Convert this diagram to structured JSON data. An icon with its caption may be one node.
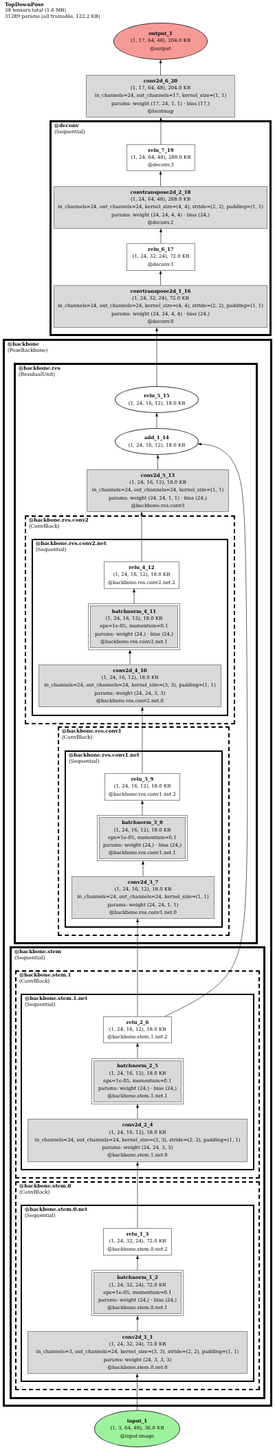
{
  "diagram": {
    "title": "TopDownPose",
    "labels": [
      "38 tensors total (1.6 MB)",
      "31289 params (all trainable, 122.2 KB)"
    ],
    "nodes": [
      {
        "text": [
          "output_1",
          "(1, 17, 64, 48), 204.0 KB",
          "@output"
        ]
      },
      {
        "text": [
          "conv2d_6_20",
          "(1, 17, 64, 48), 204.0 KB",
          "in_channels=24, out_channels=17, kernel_size=(1, 1)",
          "params: weight (17, 24, 1, 1) · bias (17,)",
          "@heatmap"
        ]
      },
      {
        "text": [
          "@deconv",
          "(Sequential)"
        ]
      },
      {
        "text": [
          "relu_7_19",
          "(1, 24, 64, 48), 288.0 KB",
          "@deconv.3"
        ],
        "in": 2
      },
      {
        "text": [
          "convtranspose2d_2_18",
          "(1, 24, 64, 48), 288.0 KB",
          "in_channels=24, out_channels=24, kernel_size=(4, 4), stride=(2, 2), padding=(1, 1)",
          "params: weight (24, 24, 4, 4) · bias (24,)",
          "@deconv.2"
        ],
        "in": 2
      },
      {
        "text": [
          "relu_6_17",
          "(1, 24, 32, 24), 72.0 KB",
          "@deconv.1"
        ],
        "in": 2
      },
      {
        "text": [
          "convtranspose2d_1_16",
          "(1, 24, 32, 24), 72.0 KB",
          "in_channels=24, out_channels=24, kernel_size=(4, 4), stride=(2, 2), padding=(1, 1)",
          "params: weight (24, 24, 4, 4) · bias (24,)",
          "@deconv.0"
        ],
        "in": 2
      },
      {
        "text": [
          "@backbone",
          "(PoseBackbone)"
        ]
      },
      {
        "text": [
          "@backbone.res",
          "(ResidualUnit)"
        ],
        "in": 7
      },
      {
        "text": [
          "relu_5_15",
          "(1, 24, 16, 12), 18.0 KB"
        ],
        "in": 8
      },
      {
        "text": [
          "add_1_14",
          "(1, 24, 16, 12), 18.0 KB"
        ],
        "in": 8
      },
      {
        "text": [
          "conv2d_5_13",
          "(1, 24, 16, 12), 18.0 KB",
          "in_channels=24, out_channels=24, kernel_size=(1, 1)",
          "params: weight (24, 24, 1, 1) · bias (24,)",
          "@backbone.res.conv3"
        ],
        "in": 8
      },
      {
        "text": [
          "@backbone.res.conv2",
          "(ConvBlock)"
        ],
        "in": 8
      },
      {
        "text": [
          "@backbone.res.conv2.net",
          "(Sequential)"
        ],
        "in": 12
      },
      {
        "text": [
          "relu_4_12",
          "(1, 24, 16, 12), 18.0 KB",
          "@backbone.res.conv2.net.2"
        ],
        "in": 13
      },
      {
        "text": [
          "batchnorm_4_11",
          "(1, 24, 16, 12), 18.0 KB",
          "eps=1e-05, momentum=0.1",
          "params: weight (24,) · bias (24,)",
          "@backbone.res.conv2.net.1"
        ],
        "in": 13
      },
      {
        "text": [
          "conv2d_4_10",
          "(1, 24, 16, 12), 18.0 KB",
          "in_channels=24, out_channels=24, kernel_size=(3, 3), padding=(1, 1)",
          "params: weight (24, 24, 3, 3)",
          "@backbone.res.conv2.net.0"
        ],
        "in": 13
      },
      {
        "text": [
          "@backbone.res.conv1",
          "(ConvBlock)"
        ],
        "in": 8
      },
      {
        "text": [
          "@backbone.res.conv1.net",
          "(Sequential)"
        ],
        "in": 17
      },
      {
        "text": [
          "relu_3_9",
          "(1, 24, 16, 12), 18.0 KB",
          "@backbone.res.conv1.net.2"
        ],
        "in": 18
      },
      {
        "text": [
          "batchnorm_3_8",
          "(1, 24, 16, 12), 18.0 KB",
          "eps=1e-05, momentum=0.1",
          "params: weight (24,) · bias (24,)",
          "@backbone.res.conv1.net.1"
        ],
        "in": 18
      },
      {
        "text": [
          "conv2d_3_7",
          "(1, 24, 16, 12), 18.0 KB",
          "in_channels=24, out_channels=24, kernel_size=(1, 1)",
          "params: weight (24, 24, 1, 1)",
          "@backbone.res.conv1.net.0"
        ],
        "in": 18
      },
      {
        "text": [
          "@backbone.stem",
          "(Sequential)"
        ],
        "in": 7
      },
      {
        "text": [
          "@backbone.stem.1",
          "(ConvBlock)"
        ],
        "in": 22
      },
      {
        "text": [
          "@backbone.stem.1.net",
          "(Sequential)"
        ],
        "in": 23
      },
      {
        "text": [
          "relu_2_6",
          "(1, 24, 16, 12), 18.0 KB",
          "@backbone.stem.1.net.2"
        ],
        "in": 24
      },
      {
        "text": [
          "batchnorm_2_5",
          "(1, 24, 16, 12), 18.0 KB",
          "eps=1e-05, momentum=0.1",
          "params: weight (24,) · bias (24,)",
          "@backbone.stem.1.net.1"
        ],
        "in": 24
      },
      {
        "text": [
          "conv2d_2_4",
          "(1, 24, 16, 12), 18.0 KB",
          "in_channels=24, out_channels=24, kernel_size=(3, 3), stride=(2, 2), padding=(1, 1)",
          "params: weight (24, 24, 3, 3)",
          "@backbone.stem.1.net.0"
        ],
        "in": 24
      },
      {
        "text": [
          "@backbone.stem.0",
          "(ConvBlock)"
        ],
        "in": 22
      },
      {
        "text": [
          "@backbone.stem.0.net",
          "(Sequential)"
        ],
        "in": 28
      },
      {
        "text": [
          "relu_1_3",
          "(1, 24, 32, 24), 72.0 KB",
          "@backbone.stem.0.net.2"
        ],
        "in": 29
      },
      {
        "text": [
          "batchnorm_1_2",
          "(1, 24, 32, 24), 72.0 KB",
          "eps=1e-05, momentum=0.1",
          "params: weight (24,) · bias (24,)",
          "@backbone.stem.0.net.1"
        ],
        "in": 29
      },
      {
        "text": [
          "conv2d_1_1",
          "(1, 24, 32, 24), 72.0 KB",
          "in_channels=3, out_channels=24, kernel_size=(3, 3), stride=(2, 2), padding=(1, 1)",
          "params: weight (24, 3, 3, 3)",
          "@backbone.stem.0.net.0"
        ],
        "in": 29
      },
      {
        "text": [
          "input_1",
          "(1, 3, 64, 48), 36.0 KB",
          "@input.image"
        ]
      }
    ],
    "edges": [
      {
        "from": 33,
        "to": 32,
        "arrow": "to"
      },
      {
        "from": 32,
        "to": 31,
        "arrow": "to"
      },
      {
        "from": 31,
        "to": 30,
        "arrow": "to"
      },
      {
        "from": 30,
        "to": 27,
        "arrow": "to"
      },
      {
        "from": 27,
        "to": 26,
        "arrow": "to"
      },
      {
        "from": 26,
        "to": 25,
        "arrow": "to"
      },
      {
        "from": 25,
        "to": 21,
        "arrow": "to"
      },
      {
        "from": 21,
        "to": 20,
        "arrow": "to"
      },
      {
        "from": 20,
        "to": 19,
        "arrow": "to"
      },
      {
        "from": 19,
        "to": 16,
        "arrow": "to"
      },
      {
        "from": 16,
        "to": 15,
        "arrow": "to"
      },
      {
        "from": 15,
        "to": 14,
        "arrow": "to"
      },
      {
        "from": 14,
        "to": 11,
        "arrow": "to"
      },
      {
        "from": 11,
        "to": 10,
        "arrow": "to"
      },
      {
        "from": 25,
        "to": 10,
        "arrow": "to"
      },
      {
        "from": 10,
        "to": 9,
        "arrow": "to"
      },
      {
        "from": 9,
        "to": 6,
        "arrow": "to"
      },
      {
        "from": 6,
        "to": 5,
        "arrow": "to"
      },
      {
        "from": 5,
        "to": 4,
        "arrow": "to"
      },
      {
        "from": 4,
        "to": 3,
        "arrow": "to"
      },
      {
        "from": 3,
        "to": 1,
        "arrow": "to"
      },
      {
        "from": 1,
        "to": 0,
        "arrow": "to"
      }
    ]
  }
}
